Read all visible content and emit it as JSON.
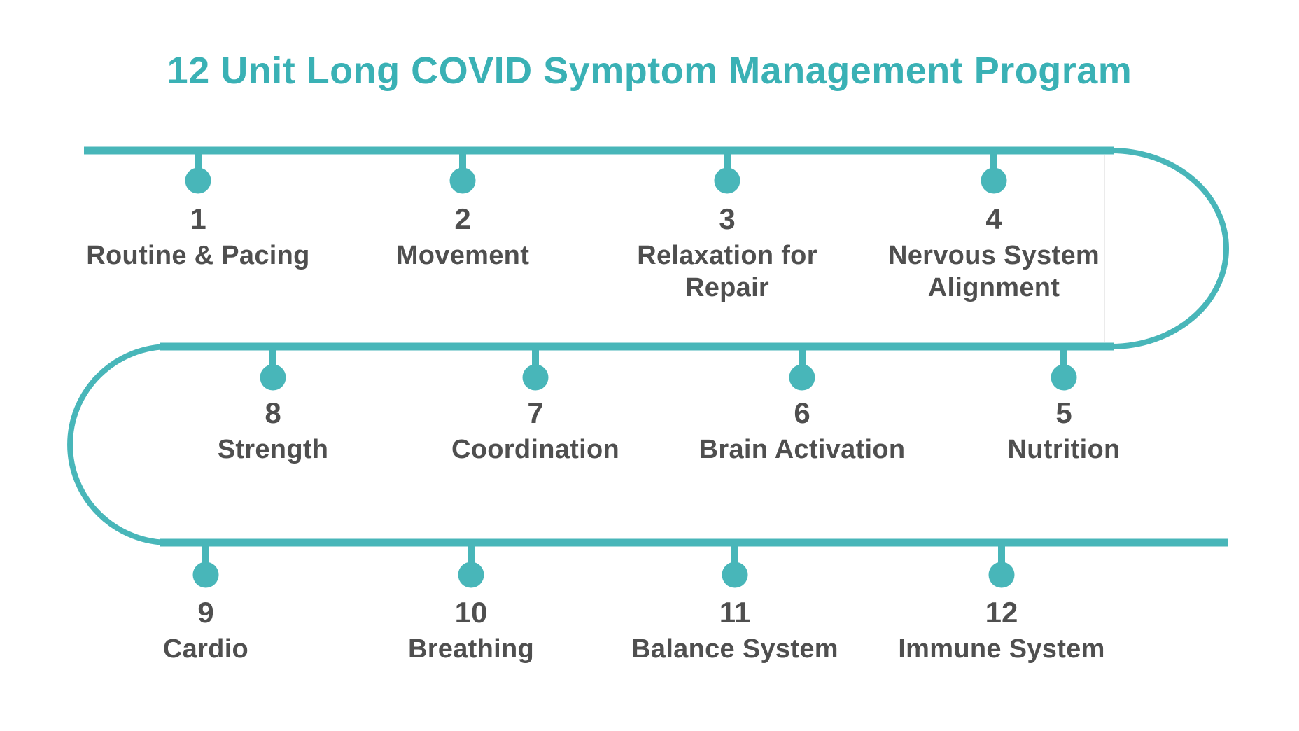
{
  "title": "12 Unit Long COVID Symptom Management Program",
  "theme": {
    "title_teal": "#3ab1b5",
    "track_teal": "#48b6b9",
    "label_gray": "#4f4f4f",
    "background": "#ffffff"
  },
  "timeline": {
    "units": [
      {
        "number": "1",
        "label": "Routine & Pacing"
      },
      {
        "number": "2",
        "label": "Movement"
      },
      {
        "number": "3",
        "label": "Relaxation for\nRepair"
      },
      {
        "number": "4",
        "label": "Nervous System\nAlignment"
      },
      {
        "number": "5",
        "label": "Nutrition"
      },
      {
        "number": "6",
        "label": "Brain Activation"
      },
      {
        "number": "7",
        "label": "Coordination"
      },
      {
        "number": "8",
        "label": "Strength"
      },
      {
        "number": "9",
        "label": "Cardio"
      },
      {
        "number": "10",
        "label": "Breathing"
      },
      {
        "number": "11",
        "label": "Balance System"
      },
      {
        "number": "12",
        "label": "Immune System"
      }
    ]
  }
}
